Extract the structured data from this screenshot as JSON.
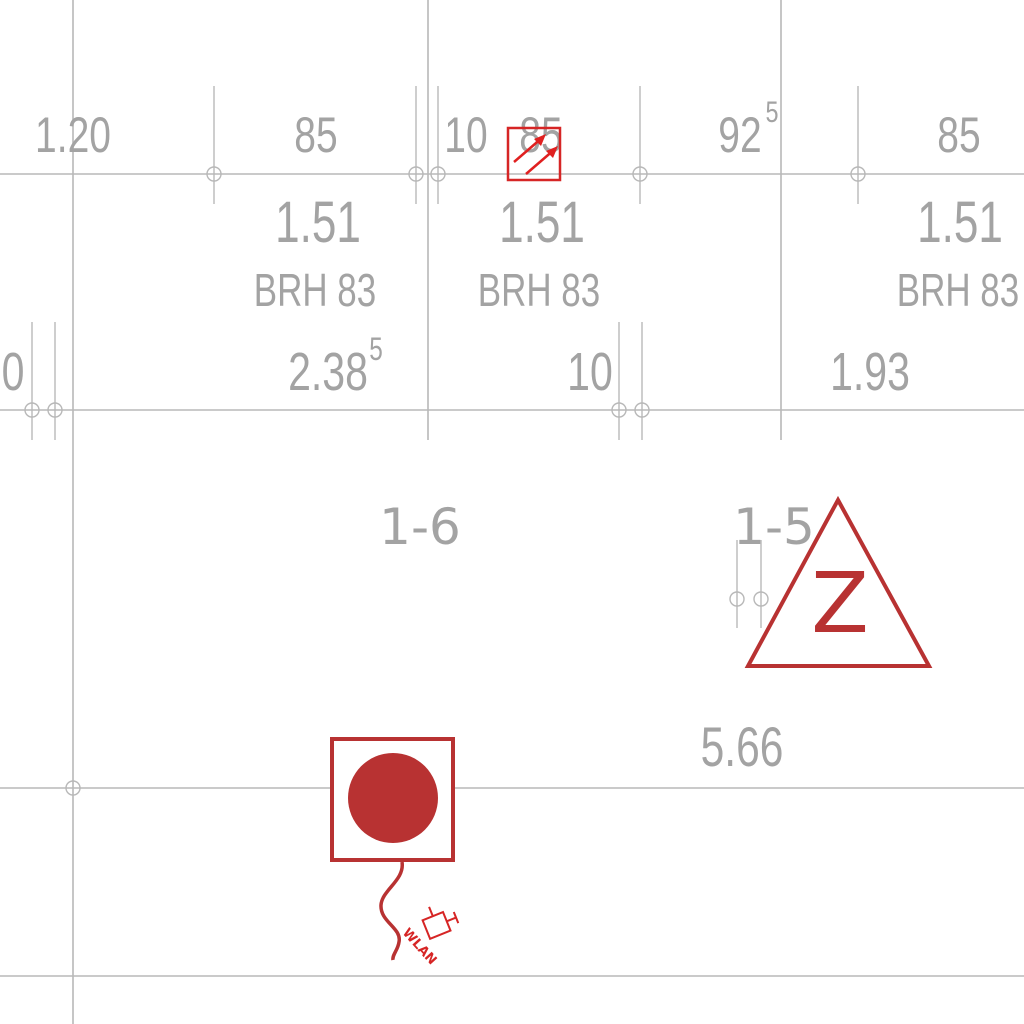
{
  "dimensions_top": {
    "d1": "1.20",
    "d2": "85",
    "d3": "10",
    "d4": "85",
    "d5": "92",
    "d5_sup": "5",
    "d6": "85"
  },
  "windows": [
    {
      "width": "1.51",
      "label": "BRH 83"
    },
    {
      "width": "1.51",
      "label": "BRH 83"
    },
    {
      "width": "1.51",
      "label": "BRH 83"
    }
  ],
  "dimensions_mid": {
    "d0": "0",
    "d1": "2.38",
    "d1_sup": "5",
    "d2": "10",
    "d3": "1.93"
  },
  "rooms": {
    "r1": "1-6",
    "r2": "1-5"
  },
  "dimension_lower": "5.66",
  "symbols": {
    "triangle_letter": "Z",
    "wlan_label": "WLAN"
  },
  "colors": {
    "linework": "#b8b8b8",
    "text": "#a3a3a3",
    "symbol": "#b83232",
    "arrow": "#e02020"
  }
}
